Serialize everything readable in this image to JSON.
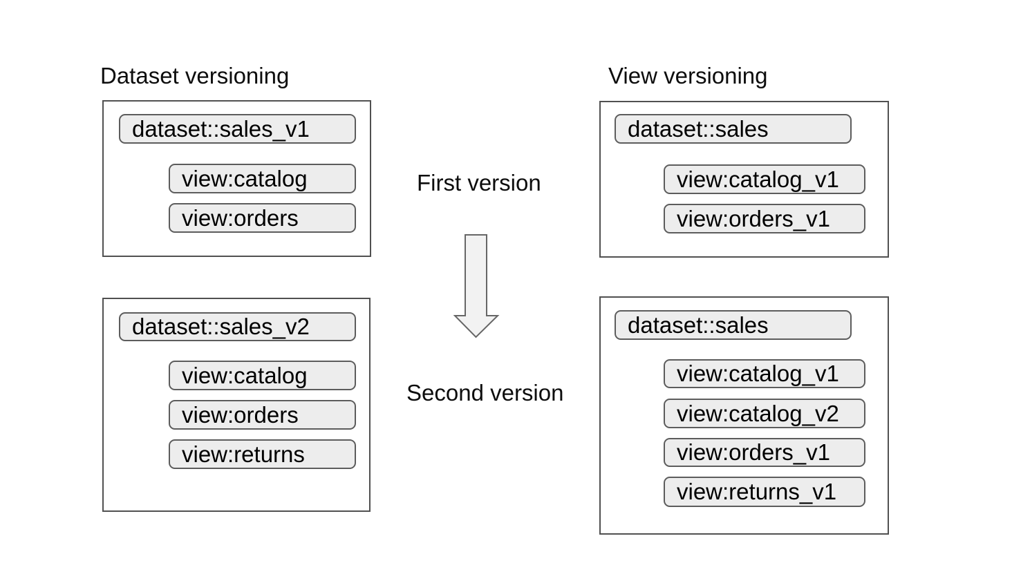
{
  "diagram": {
    "left_title": "Dataset versioning",
    "right_title": "View versioning",
    "center": {
      "first_label": "First version",
      "second_label": "Second version",
      "arrow_icon": "down-arrow"
    },
    "dataset_versioning": {
      "first": {
        "dataset": "dataset::sales_v1",
        "views": [
          "view:catalog",
          "view:orders"
        ]
      },
      "second": {
        "dataset": "dataset::sales_v2",
        "views": [
          "view:catalog",
          "view:orders",
          "view:returns"
        ]
      }
    },
    "view_versioning": {
      "first": {
        "dataset": "dataset::sales",
        "views": [
          "view:catalog_v1",
          "view:orders_v1"
        ]
      },
      "second": {
        "dataset": "dataset::sales",
        "views": [
          "view:catalog_v1",
          "view:catalog_v2",
          "view:orders_v1",
          "view:returns_v1"
        ]
      }
    }
  },
  "colors": {
    "background": "#ffffff",
    "box_border": "#505050",
    "pill_fill": "#ededed",
    "pill_border": "#5c5c5c",
    "arrow_fill": "#f2f2f2",
    "arrow_stroke": "#666666",
    "text": "#000000"
  }
}
